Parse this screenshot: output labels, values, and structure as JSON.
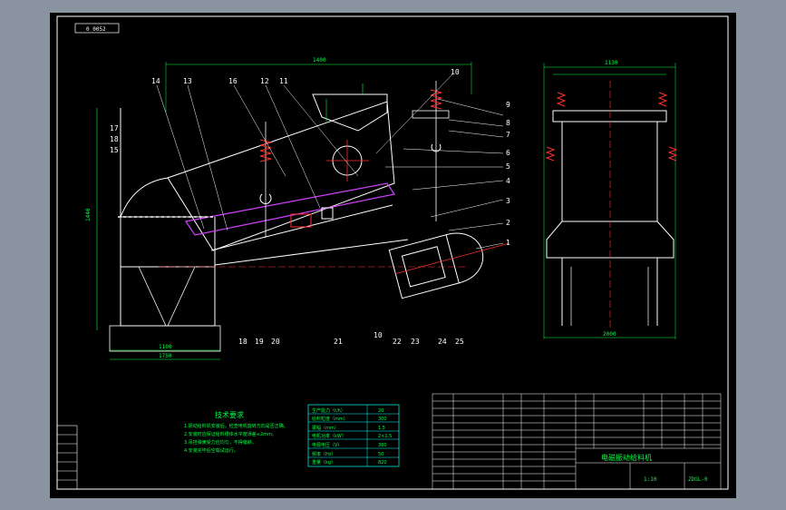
{
  "drawing": {
    "frame_tag": "0 0052",
    "overall_width_dim": "1400",
    "height_dim_left": "1440",
    "side_view_width_dim": "1130",
    "side_view_height_dim": "2000",
    "base_dims": [
      "1100",
      "1750"
    ],
    "part_numbers_left": [
      "14",
      "13",
      "16",
      "12",
      "11",
      "10",
      "9",
      "8",
      "7",
      "6",
      "5",
      "4",
      "3",
      "2",
      "1",
      "17",
      "18",
      "15"
    ],
    "part_numbers_bottom": [
      "18",
      "19",
      "20",
      "21",
      "10",
      "22",
      "23",
      "24",
      "25"
    ],
    "tech_title": "技术要求",
    "tech_notes": [
      "1.振动给料机安装后，检查电机旋转方向是否正确。",
      "2.安装时应保证给料槽体水平度误差≤2mm。",
      "3.吊挂弹簧受力应均匀，不得偏斜。",
      "4.安装完毕后空载试运行。"
    ],
    "spec_table": [
      [
        "生产能力（t/h）",
        "20"
      ],
      [
        "给料粒度（mm）",
        "300"
      ],
      [
        "振幅（mm）",
        "1.5"
      ],
      [
        "电机功率（kW）",
        "2×1.5"
      ],
      [
        "电源电压（V）",
        "380"
      ],
      [
        "频率（Hz）",
        "50"
      ],
      [
        "重量（kg）",
        "820"
      ]
    ],
    "title_block": {
      "name": "电磁振动给料机",
      "drawing_no": "ZDGL-0",
      "scale": "1:10"
    }
  }
}
